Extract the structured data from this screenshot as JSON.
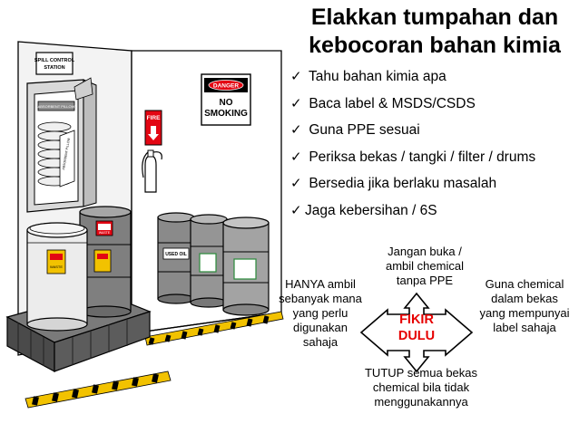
{
  "title": {
    "line1": "Elakkan tumpahan dan",
    "line2": "kebocoran bahan kimia"
  },
  "checklist": {
    "check_glyph": "✓",
    "items": [
      "Tahu bahan kimia apa",
      "Baca label & MSDS/CSDS",
      "Guna PPE sesuai",
      "Periksa  bekas / tangki / filter / drums",
      "Bersedia jika berlaku masalah",
      "Jaga kebersihan / 6S"
    ]
  },
  "illustration": {
    "station_sign": {
      "line1": "SPILL CONTROL",
      "line2": "STATION"
    },
    "absorbent_label": "ABSORBENT PILLOW",
    "pillow_label": "ABSORBENT PILLOW",
    "danger_sign": {
      "header": "DANGER",
      "line1": "NO",
      "line2": "SMOKING"
    },
    "fire_sign": "FIRE",
    "waste_label": "WASTE",
    "used_oil_label": "USED OIL",
    "colors": {
      "danger_red": "#e30613",
      "waste_yellow": "#f2c200",
      "hazard_stripe": "#000000"
    }
  },
  "center": {
    "line1": "FIKIR",
    "line2": "DULU",
    "color": "#e60000"
  },
  "notes": {
    "top": [
      "Jangan buka /",
      "ambil chemical",
      "tanpa PPE"
    ],
    "left": [
      "HANYA ambil",
      "sebanyak mana",
      "yang perlu",
      "digunakan",
      "sahaja"
    ],
    "right": [
      "Guna chemical",
      "dalam bekas",
      "yang mempunyai",
      "label sahaja"
    ],
    "bottom": [
      "TUTUP semua bekas",
      "chemical bila tidak",
      "menggunakannya"
    ]
  }
}
